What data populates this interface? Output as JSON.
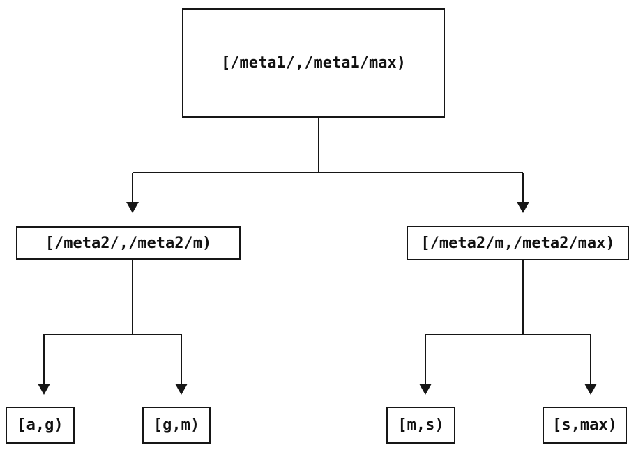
{
  "diagram": {
    "type": "tree",
    "colors": {
      "background": "#ffffff",
      "line": "#161616",
      "text": "#111111"
    },
    "nodes": {
      "root": "[/meta1/,/meta1/max)",
      "meta2_low": "[/meta2/,/meta2/m)",
      "meta2_high": "[/meta2/m,/meta2/max)",
      "leaf_ag": "[a,g)",
      "leaf_gm": "[g,m)",
      "leaf_ms": "[m,s)",
      "leaf_smax": "[s,max)"
    },
    "edges": [
      {
        "from": "root",
        "to": "meta2_low"
      },
      {
        "from": "root",
        "to": "meta2_high"
      },
      {
        "from": "meta2_low",
        "to": "leaf_ag"
      },
      {
        "from": "meta2_low",
        "to": "leaf_gm"
      },
      {
        "from": "meta2_high",
        "to": "leaf_ms"
      },
      {
        "from": "meta2_high",
        "to": "leaf_smax"
      }
    ]
  }
}
